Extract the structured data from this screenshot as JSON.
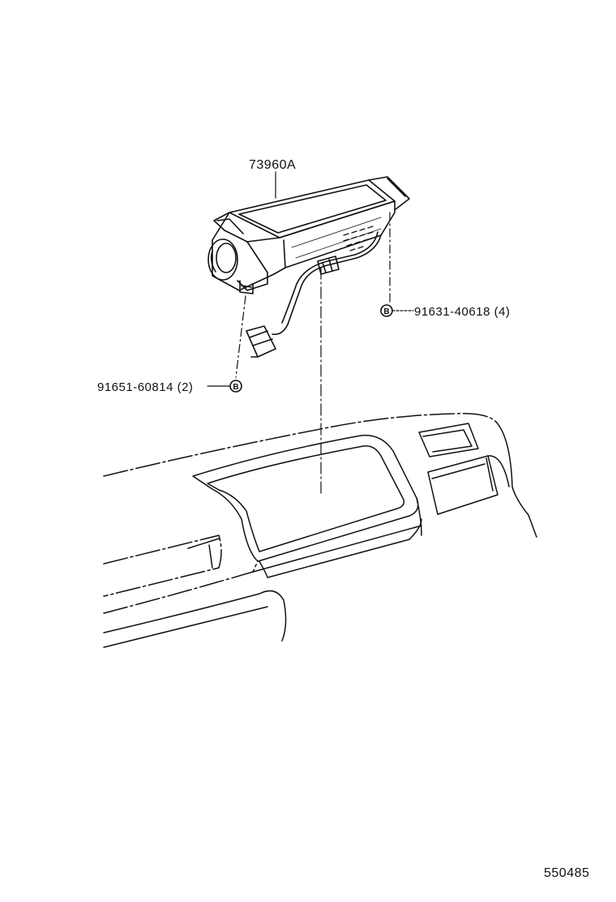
{
  "parts": {
    "airbag_module": "73960A",
    "bolt_right": "91631-40618 (4)",
    "bolt_left": "91651-60814 (2)",
    "bolt_symbol": "B"
  },
  "diagram_id": "550485"
}
